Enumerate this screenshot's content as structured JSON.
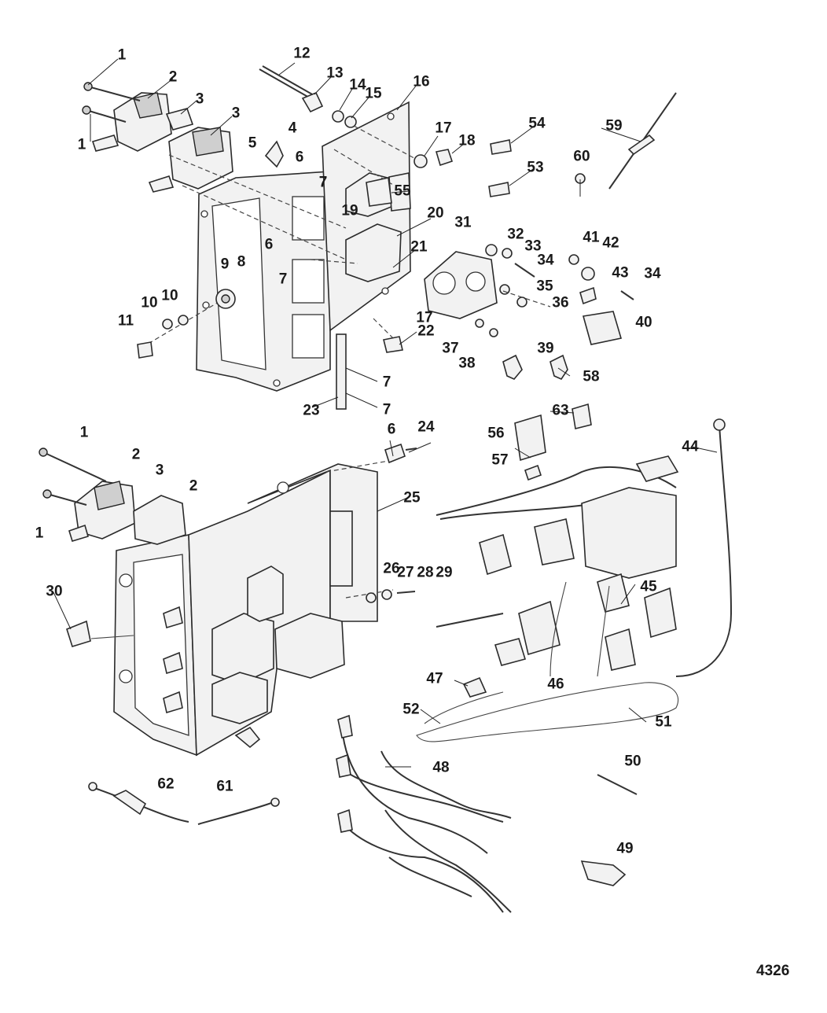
{
  "figure_number": "4326",
  "callouts": [
    "1",
    "1",
    "2",
    "3",
    "3",
    "4",
    "5",
    "6",
    "6",
    "7",
    "7",
    "7",
    "7",
    "8",
    "9",
    "10",
    "10",
    "11",
    "12",
    "13",
    "14",
    "15",
    "16",
    "17",
    "17",
    "18",
    "19",
    "20",
    "21",
    "22",
    "23",
    "31",
    "32",
    "33",
    "34",
    "34",
    "35",
    "36",
    "37",
    "38",
    "39",
    "40",
    "41",
    "42",
    "43",
    "53",
    "54",
    "55",
    "58",
    "59",
    "60",
    "1",
    "1",
    "2",
    "2",
    "3",
    "6",
    "24",
    "25",
    "26",
    "27",
    "28",
    "29",
    "30",
    "44",
    "45",
    "46",
    "47",
    "48",
    "49",
    "50",
    "51",
    "52",
    "56",
    "57",
    "61",
    "62",
    "63"
  ]
}
